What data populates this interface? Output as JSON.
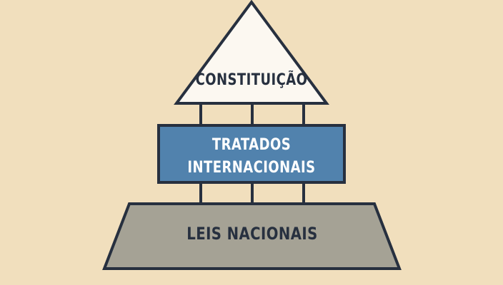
{
  "diagram": {
    "type": "hierarchy-pyramid",
    "levels": [
      {
        "label": "CONSTITUIÇÃO",
        "shape": "triangle",
        "fill": "#fcf8f1"
      },
      {
        "label_line1": "TRATADOS",
        "label_line2": "INTERNACIONAIS",
        "shape": "rectangle",
        "fill": "#5182ad"
      },
      {
        "label": "LEIS NACIONAIS",
        "shape": "trapezoid",
        "fill": "#a5a295"
      }
    ],
    "colors": {
      "background": "#f1dfbd",
      "stroke": "#27303f"
    }
  }
}
